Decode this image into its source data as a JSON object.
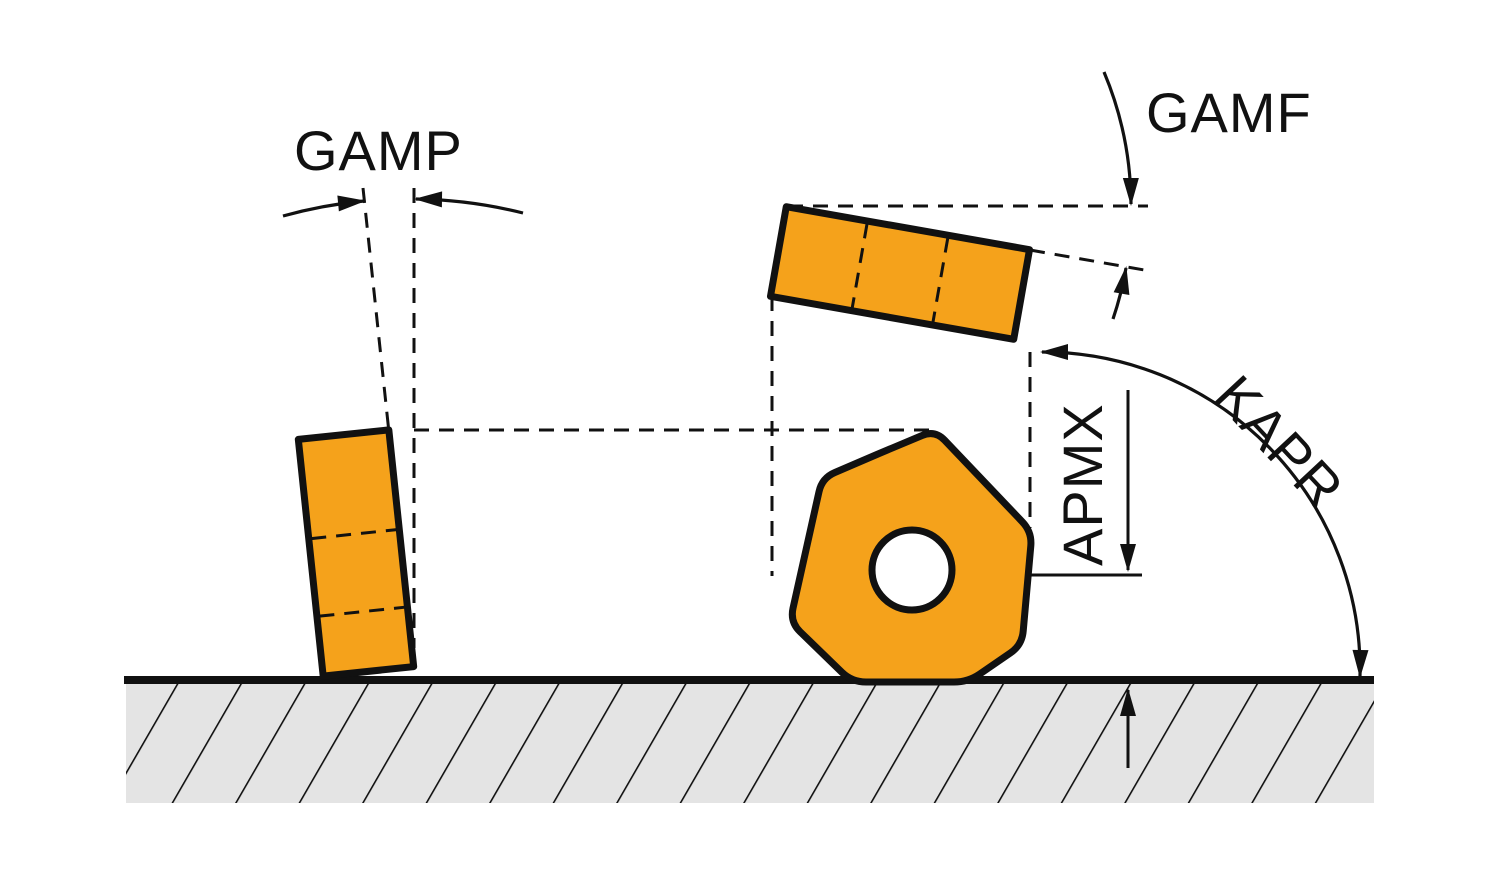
{
  "diagram": {
    "labels": {
      "gamp": "GAMP",
      "gamf": "GAMF",
      "kapr": "KAPR",
      "apmx": "APMX"
    },
    "colors": {
      "insert_fill": "#F5A21B",
      "outline": "#111111",
      "hatch_fill": "#E4E4E4",
      "background": "#FFFFFF"
    }
  }
}
